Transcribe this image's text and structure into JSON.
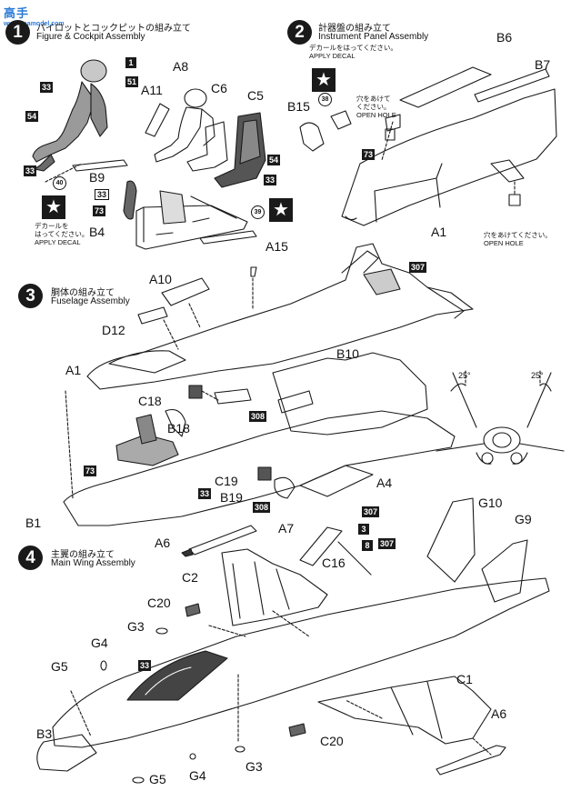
{
  "watermark": {
    "text": "高手",
    "sub": "www.aaamodel.com"
  },
  "steps": [
    {
      "number": "1",
      "jp": "パイロットとコックピットの組み立て",
      "en": "Figure & Cockpit Assembly"
    },
    {
      "number": "2",
      "jp": "計器盤の組み立て",
      "en": "Instrument Panel Assembly"
    },
    {
      "number": "3",
      "jp": "胴体の組み立て",
      "en": "Fuselage Assembly"
    },
    {
      "number": "4",
      "jp": "主翼の組み立て",
      "en": "Main Wing Assembly"
    }
  ],
  "decal_note": {
    "jp1": "デカールを",
    "jp2": "はってください。",
    "en": "APPLY DECAL"
  },
  "decal_note_top": {
    "jp": "デカールをはってください。",
    "en": "APPLY DECAL"
  },
  "hole_note": {
    "jp1": "穴をあけて",
    "jp2": "ください。",
    "en": "OPEN HOLE"
  },
  "hole_note_right": {
    "jp": "穴をあけてください。",
    "en": "OPEN HOLE"
  },
  "angles": {
    "left": "25°",
    "right": "25°"
  },
  "parts": {
    "A8": "A8",
    "A11": "A11",
    "C6": "C6",
    "C5": "C5",
    "B9": "B9",
    "B4": "B4",
    "B6": "B6",
    "B7": "B7",
    "B15": "B15",
    "A1a": "A1",
    "A15": "A15",
    "A10": "A10",
    "D12": "D12",
    "A1b": "A1",
    "B10": "B10",
    "C18": "C18",
    "B18": "B18",
    "C19": "C19",
    "B19": "B19",
    "A4": "A4",
    "B1": "B1",
    "G10": "G10",
    "G9": "G9",
    "A7": "A7",
    "A6a": "A6",
    "C16": "C16",
    "C2": "C2",
    "C20a": "C20",
    "G3a": "G3",
    "G4a": "G4",
    "G5a": "G5",
    "B3": "B3",
    "C1": "C1",
    "A6b": "A6",
    "C20b": "C20",
    "G3b": "G3",
    "G4b": "G4",
    "G5b": "G5"
  },
  "tags": {
    "t1": "1",
    "t33a": "33",
    "t51": "51",
    "t54a": "54",
    "t33b": "33",
    "t33c": "33",
    "t73a": "73",
    "t54b": "54",
    "t33d": "33",
    "t73b": "73",
    "t307a": "307",
    "t308a": "308",
    "t73c": "73",
    "t33e": "33",
    "t308b": "308",
    "t307b": "307",
    "t3": "3",
    "t8": "8",
    "t307c": "307",
    "t33f": "33"
  },
  "circled": {
    "c40": "40",
    "c39": "39",
    "c38": "38"
  }
}
